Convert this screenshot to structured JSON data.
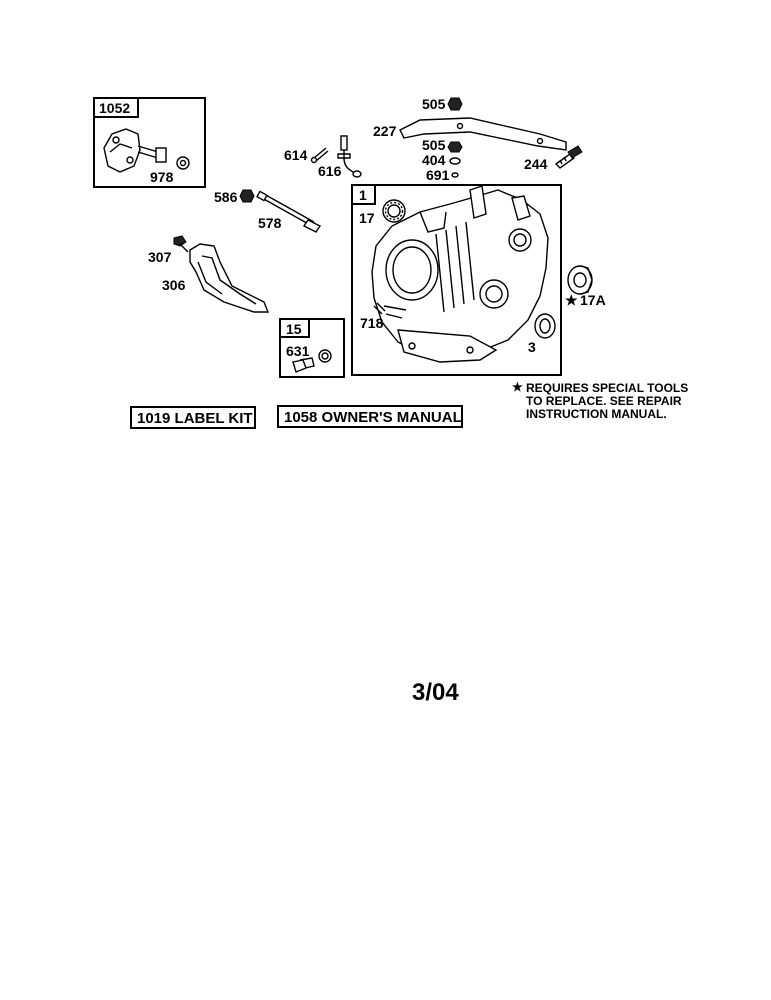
{
  "parts": {
    "p1052": "1052",
    "p978": "978",
    "p614": "614",
    "p616": "616",
    "p505a": "505",
    "p227": "227",
    "p505b": "505",
    "p404": "404",
    "p691": "691",
    "p244": "244",
    "p586": "586",
    "p578": "578",
    "p1": "1",
    "p17": "17",
    "p307": "307",
    "p306": "306",
    "p15": "15",
    "p631": "631",
    "p718": "718",
    "p3": "3",
    "p17A": "17A"
  },
  "symbols": {
    "star": "★"
  },
  "note": {
    "line1": "REQUIRES SPECIAL TOOLS",
    "line2": "TO REPLACE. SEE REPAIR",
    "line3": "INSTRUCTION MANUAL."
  },
  "kits": {
    "label_kit": "1019 LABEL KIT",
    "owners_manual": "1058 OWNER'S MANUAL"
  },
  "footer": {
    "date": "3/04"
  }
}
